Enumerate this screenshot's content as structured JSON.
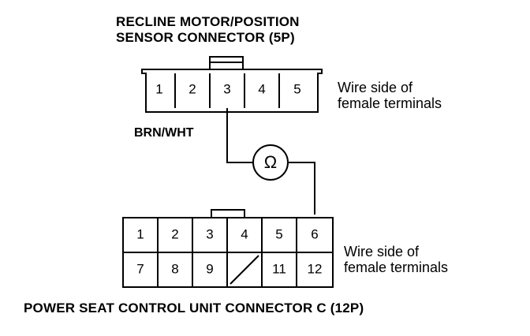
{
  "top_connector": {
    "title_line1": "RECLINE MOTOR/POSITION",
    "title_line2": "SENSOR CONNECTOR (5P)",
    "pins": [
      "1",
      "2",
      "3",
      "4",
      "5"
    ],
    "side_note_line1": "Wire side of",
    "side_note_line2": "female terminals"
  },
  "wire_label": "BRN/WHT",
  "meter_symbol": "Ω",
  "bottom_connector": {
    "pins_row1": [
      "1",
      "2",
      "3",
      "4",
      "5",
      "6"
    ],
    "pins_row2": [
      "7",
      "8",
      "9",
      "",
      "11",
      "12"
    ],
    "side_note_line1": "Wire side of",
    "side_note_line2": "female terminals",
    "title": "POWER SEAT CONTROL UNIT CONNECTOR C (12P)"
  },
  "colors": {
    "line": "#000000",
    "background": "#ffffff"
  }
}
